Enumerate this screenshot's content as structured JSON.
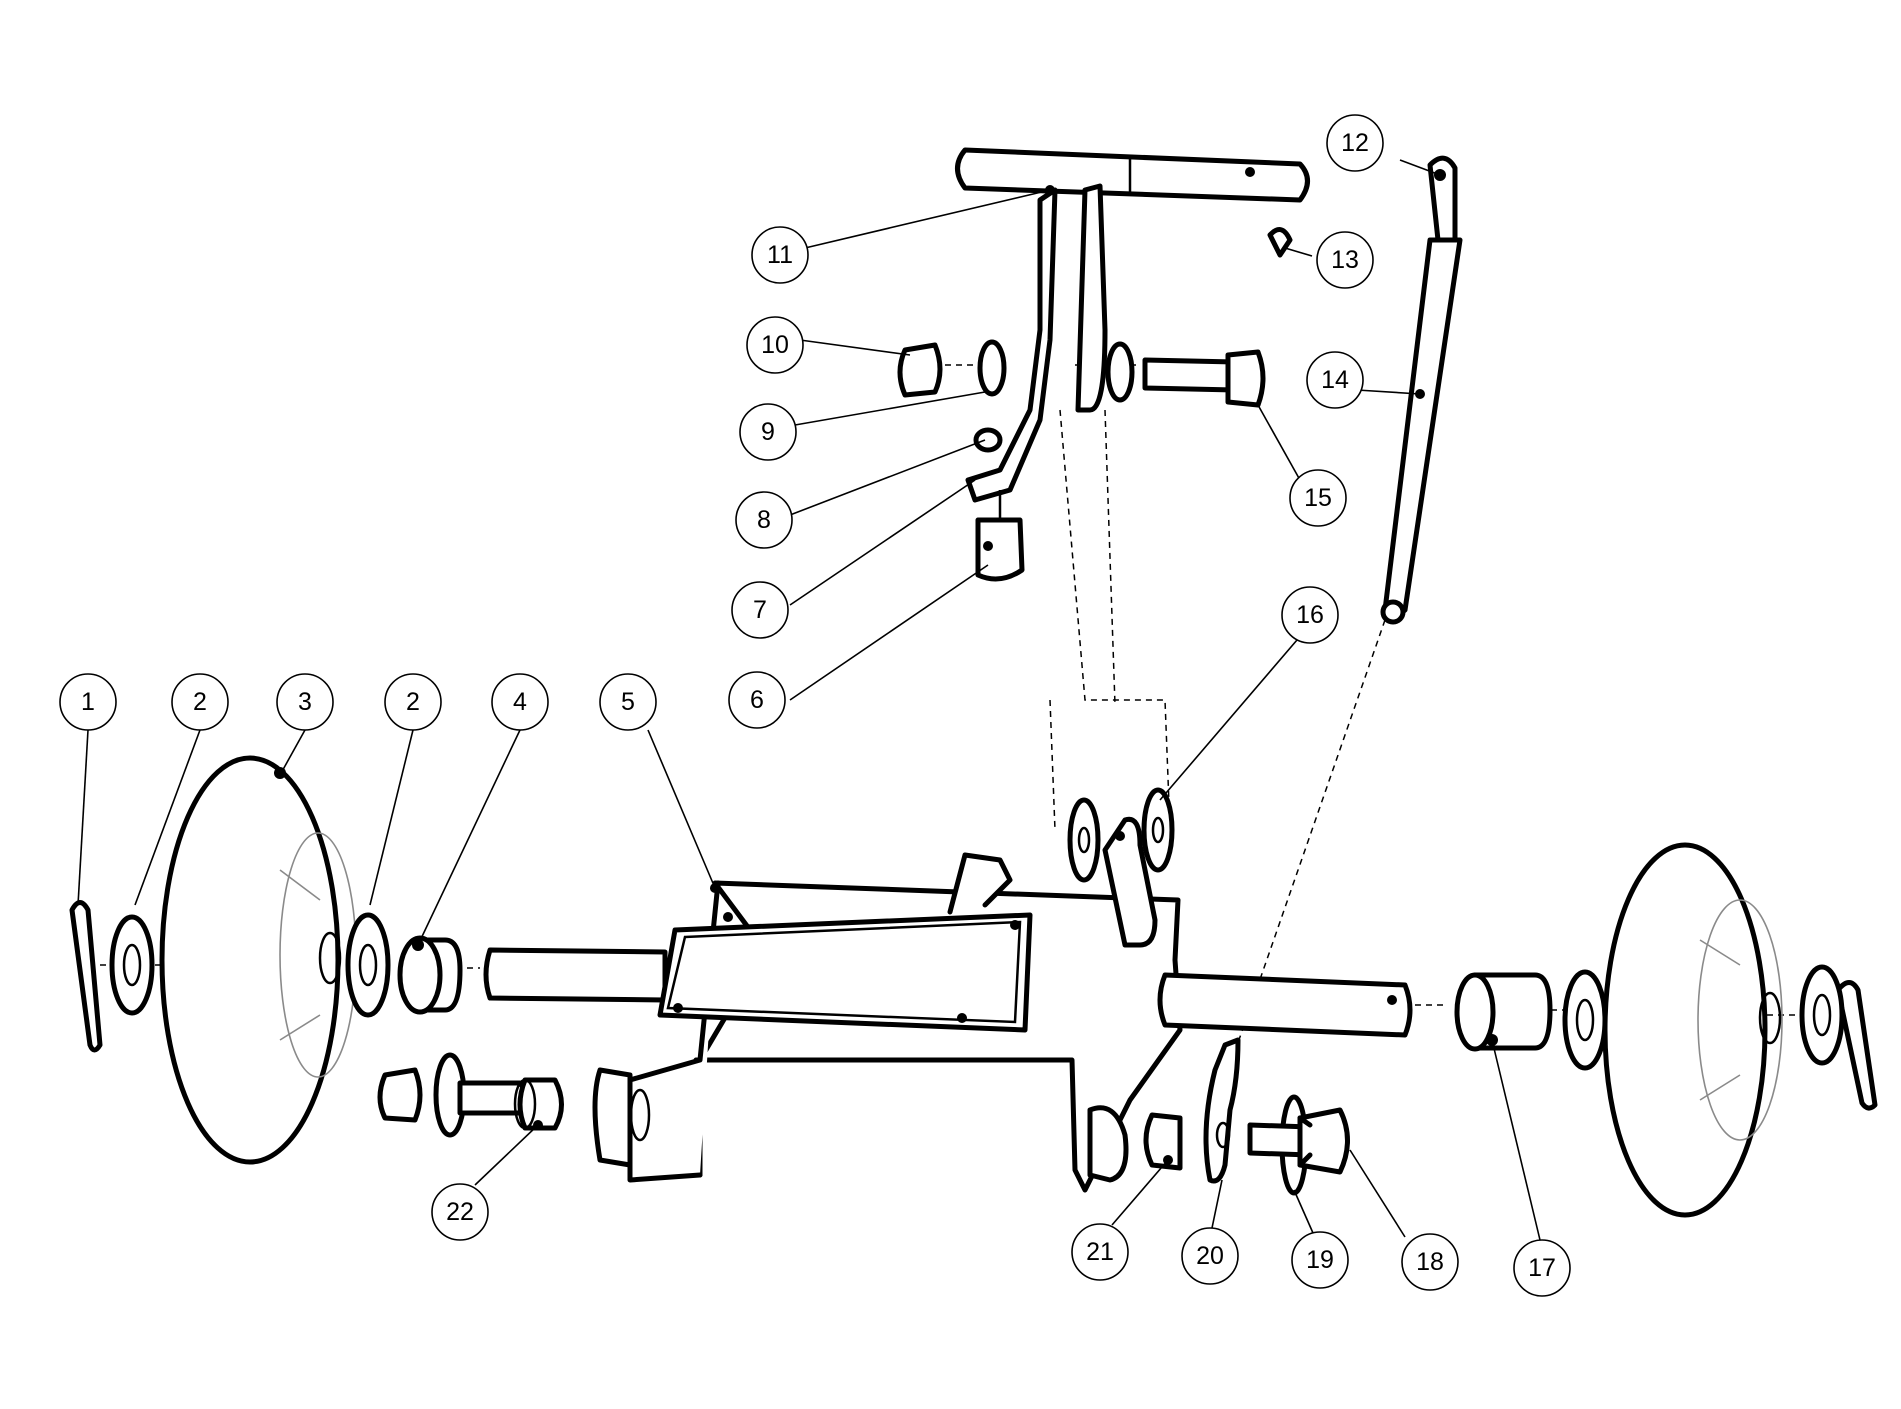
{
  "callouts": [
    {
      "id": "c1",
      "label": "1"
    },
    {
      "id": "c2a",
      "label": "2"
    },
    {
      "id": "c3",
      "label": "3"
    },
    {
      "id": "c2b",
      "label": "2"
    },
    {
      "id": "c4",
      "label": "4"
    },
    {
      "id": "c5",
      "label": "5"
    },
    {
      "id": "c6",
      "label": "6"
    },
    {
      "id": "c7",
      "label": "7"
    },
    {
      "id": "c8",
      "label": "8"
    },
    {
      "id": "c9",
      "label": "9"
    },
    {
      "id": "c10",
      "label": "10"
    },
    {
      "id": "c11",
      "label": "11"
    },
    {
      "id": "c12",
      "label": "12"
    },
    {
      "id": "c13",
      "label": "13"
    },
    {
      "id": "c14",
      "label": "14"
    },
    {
      "id": "c15",
      "label": "15"
    },
    {
      "id": "c16",
      "label": "16"
    },
    {
      "id": "c17",
      "label": "17"
    },
    {
      "id": "c18",
      "label": "18"
    },
    {
      "id": "c19",
      "label": "19"
    },
    {
      "id": "c20",
      "label": "20"
    },
    {
      "id": "c21",
      "label": "21"
    },
    {
      "id": "c22",
      "label": "22"
    }
  ]
}
